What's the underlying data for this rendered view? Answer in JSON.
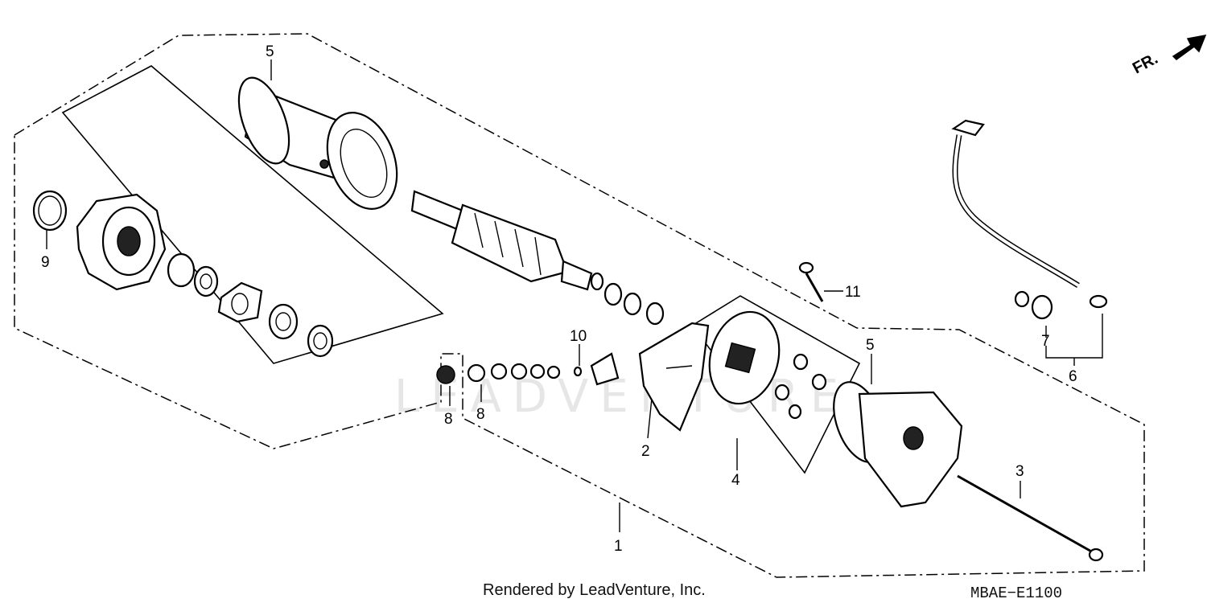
{
  "watermark": "LEADVENTURE",
  "direction_label": "FR.",
  "footer": {
    "rendered_by": "Rendered by LeadVenture, Inc.",
    "diagram_code": "MBAE−E1100"
  },
  "callouts": [
    {
      "id": "c1",
      "label": "1"
    },
    {
      "id": "c2",
      "label": "2"
    },
    {
      "id": "c3",
      "label": "3"
    },
    {
      "id": "c4",
      "label": "4"
    },
    {
      "id": "c5a",
      "label": "5"
    },
    {
      "id": "c5b",
      "label": "5"
    },
    {
      "id": "c6",
      "label": "6"
    },
    {
      "id": "c7",
      "label": "7"
    },
    {
      "id": "c8a",
      "label": "8"
    },
    {
      "id": "c8b",
      "label": "8"
    },
    {
      "id": "c9",
      "label": "9"
    },
    {
      "id": "c10",
      "label": "10"
    },
    {
      "id": "c11",
      "label": "11"
    }
  ]
}
